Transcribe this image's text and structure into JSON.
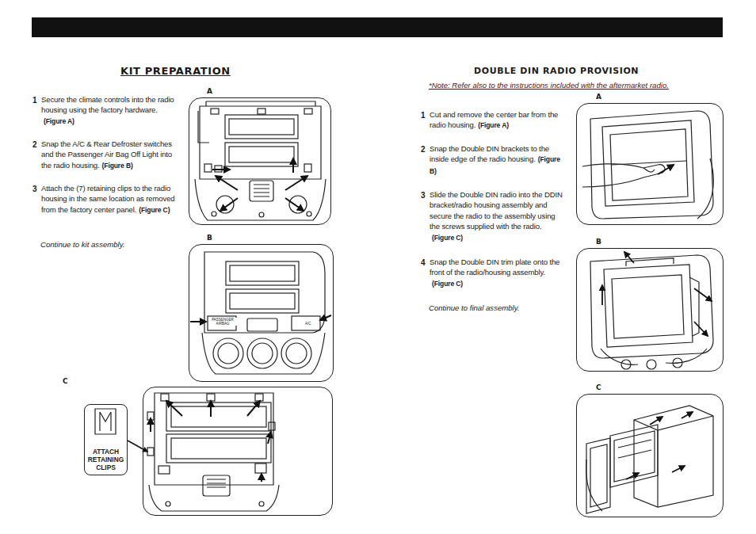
{
  "diagram": {
    "nodes": [
      {
        "text": [
          "A"
        ]
      },
      {
        "text": [
          "B"
        ]
      },
      {
        "text": [
          "C"
        ]
      },
      {
        "text": [
          "ATTACH RETAINING CLIPS"
        ]
      },
      {
        "text": [
          "A"
        ]
      },
      {
        "text": [
          "B"
        ]
      },
      {
        "text": [
          "C"
        ]
      }
    ],
    "labels": [
      "KIT PREPARATION",
      "1",
      "Secure the climate controls into the radio housing using the factory hardware.",
      "(Figure A)",
      "2",
      "Snap the A/C & Rear Defroster switches and the Passenger Air Bag Off Light into the radio housing.",
      "(Figure B)",
      "3",
      "Attach the (7) retaining clips to the radio housing in the same location as removed from the factory center panel.",
      "(Figure C)",
      "Continue to kit assembly.",
      "PASSENGER AIRBAG",
      "A/C",
      "DOUBLE DIN RADIO PROVISION",
      "*Note:  Refer also to the instructions included with the aftermarket radio.",
      "1",
      "Cut and remove the center bar from the radio housing.",
      "(Figure A)",
      "2",
      "Snap the Double DIN brackets to the inside edge of the radio housing.",
      "(Figure B)",
      "3",
      "Slide the Double DIN radio into the DDIN bracket/radio housing assembly and secure the radio to the assembly using the screws supplied with the radio.",
      "(Figure C)",
      "4",
      "Snap the Double DIN trim plate onto the front of the radio/housing assembly.",
      "(Figure C)",
      "Continue to final assembly."
    ]
  }
}
